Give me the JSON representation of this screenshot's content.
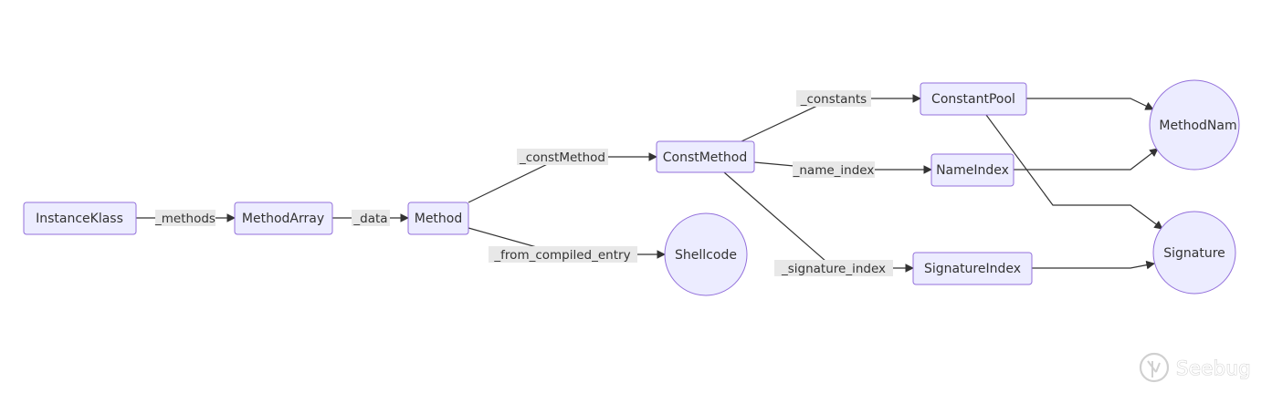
{
  "nodes": {
    "instanceklass": "InstanceKlass",
    "methodarray": "MethodArray",
    "method": "Method",
    "constmethod": "ConstMethod",
    "shellcode": "Shellcode",
    "constantpool": "ConstantPool",
    "nameindex": "NameIndex",
    "signatureindex": "SignatureIndex",
    "methodname": "MethodNam",
    "signature": "Signature"
  },
  "edges": {
    "methods": "_methods",
    "data": "_data",
    "constmethod": "_constMethod",
    "from_compiled_entry": "_from_compiled_entry",
    "constants": "_constants",
    "name_index": "_name_index",
    "signature_index": "_signature_index"
  },
  "watermark": "Seebug"
}
